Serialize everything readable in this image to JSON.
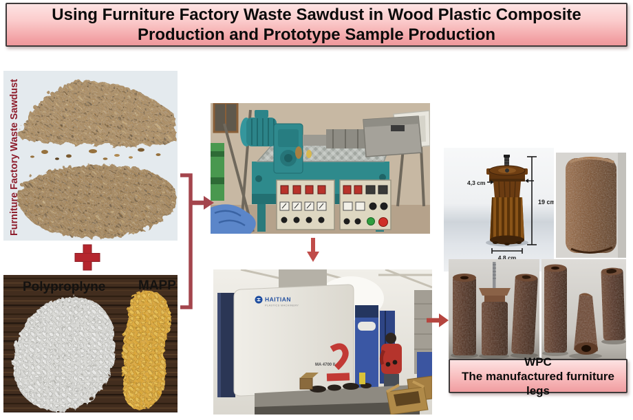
{
  "banner": {
    "title": "Using Furniture Factory Waste Sawdust in Wood Plastic Composite Production and Prototype Sample Production"
  },
  "materials": {
    "sawdust_label": "Furniture Factory Waste Sawdust",
    "polypropylene_label": "Polyproplyne",
    "mapp_label": "MAPP"
  },
  "machine": {
    "injection_brand": "HAITIAN",
    "injection_brand_sub": "PLASTICS MACHINERY",
    "injection_model": "MA 4700 II"
  },
  "prototype": {
    "width_top": "4,3 cm",
    "height": "19 cm",
    "width_bottom": "4,8 cm"
  },
  "result": {
    "title": "WPC",
    "subtitle": "The manufactured furniture legs"
  },
  "icons": {
    "plus_icon": "plus",
    "arrow_sawdust_mix_to_extruder": "right-arrow",
    "arrow_extruder_to_injection_molder": "down-arrow",
    "arrow_injection_molder_to_legs": "right-arrow"
  },
  "colors": {
    "accent_red": "#a4454d",
    "plus_red": "#b5262e",
    "banner_pink_top": "#fde2e2",
    "banner_pink_bottom": "#f09da0",
    "border_dark": "#3e3a3a",
    "sawdust_label_red": "#8e1e2d",
    "haitian_blue": "#24509f",
    "decal_red": "#c23a35"
  }
}
